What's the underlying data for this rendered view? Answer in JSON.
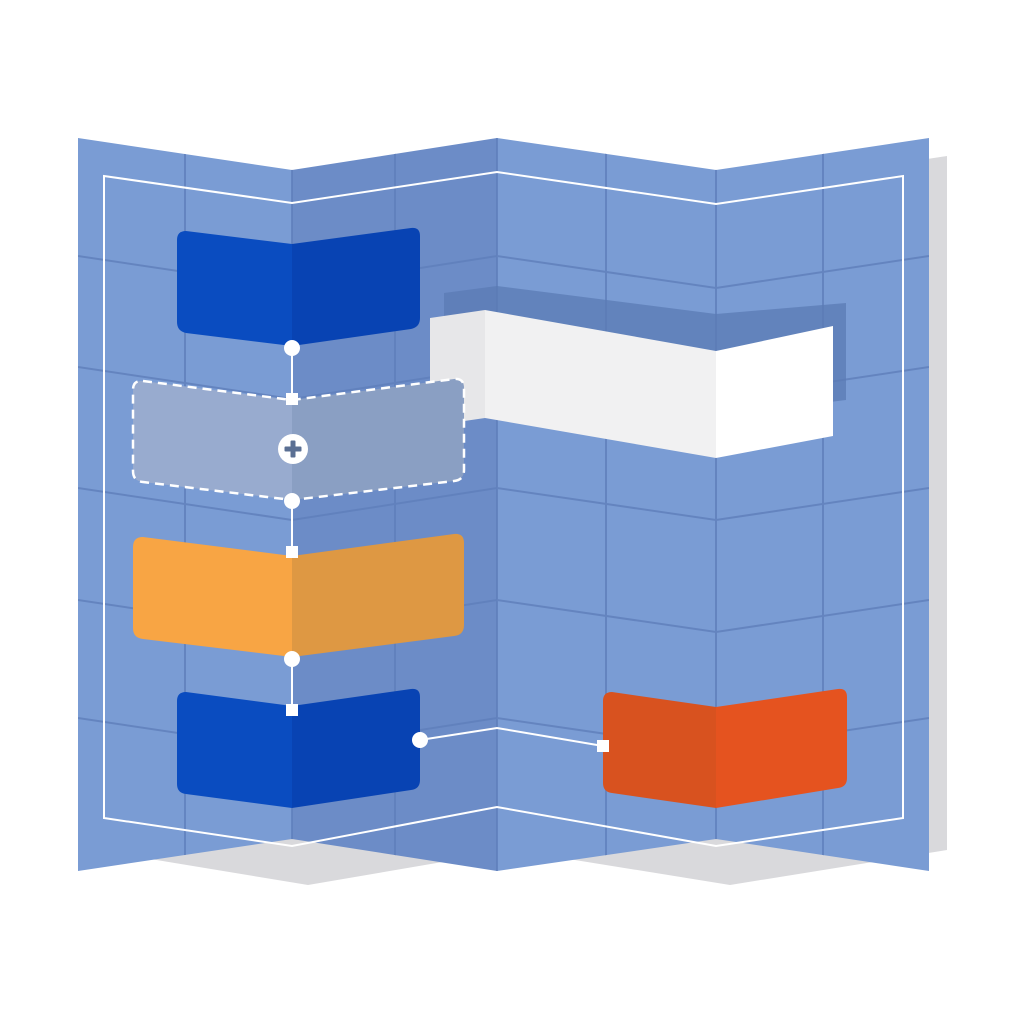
{
  "illustration": {
    "kind": "folded flowchart map",
    "panels": 4,
    "nodes": [
      {
        "id": "node-1",
        "color": "blue",
        "state": "normal"
      },
      {
        "id": "node-2",
        "color": "gray",
        "state": "placeholder",
        "action": "add"
      },
      {
        "id": "node-3",
        "color": "orange",
        "state": "normal"
      },
      {
        "id": "node-4",
        "color": "blue",
        "state": "normal"
      },
      {
        "id": "node-5",
        "color": "red-orange",
        "state": "normal"
      },
      {
        "id": "banner",
        "color": "white",
        "state": "blank"
      }
    ],
    "connections": [
      [
        "node-1",
        "node-2"
      ],
      [
        "node-2",
        "node-3"
      ],
      [
        "node-3",
        "node-4"
      ],
      [
        "node-4",
        "node-5"
      ]
    ],
    "icons": [
      "plus-icon"
    ]
  },
  "colors": {
    "background": "#ffffff",
    "map_light": "#7a9cd4",
    "map_dark": "#6c8cc7",
    "grid": "#5f7fbb",
    "shadow": "#d9d9dc",
    "blue_left": "#0a4cc0",
    "blue_right": "#0843b3",
    "gray_left": "#98abcf",
    "gray_right": "#8a9fc3",
    "orange_left": "#f8a544",
    "orange_right": "#de9843",
    "red_left": "#d8521f",
    "red_right": "#e5531f",
    "banner_left": "#e7e7e9",
    "banner_mid": "#f1f1f2",
    "banner_right": "#ffffff",
    "line": "#ffffff"
  }
}
